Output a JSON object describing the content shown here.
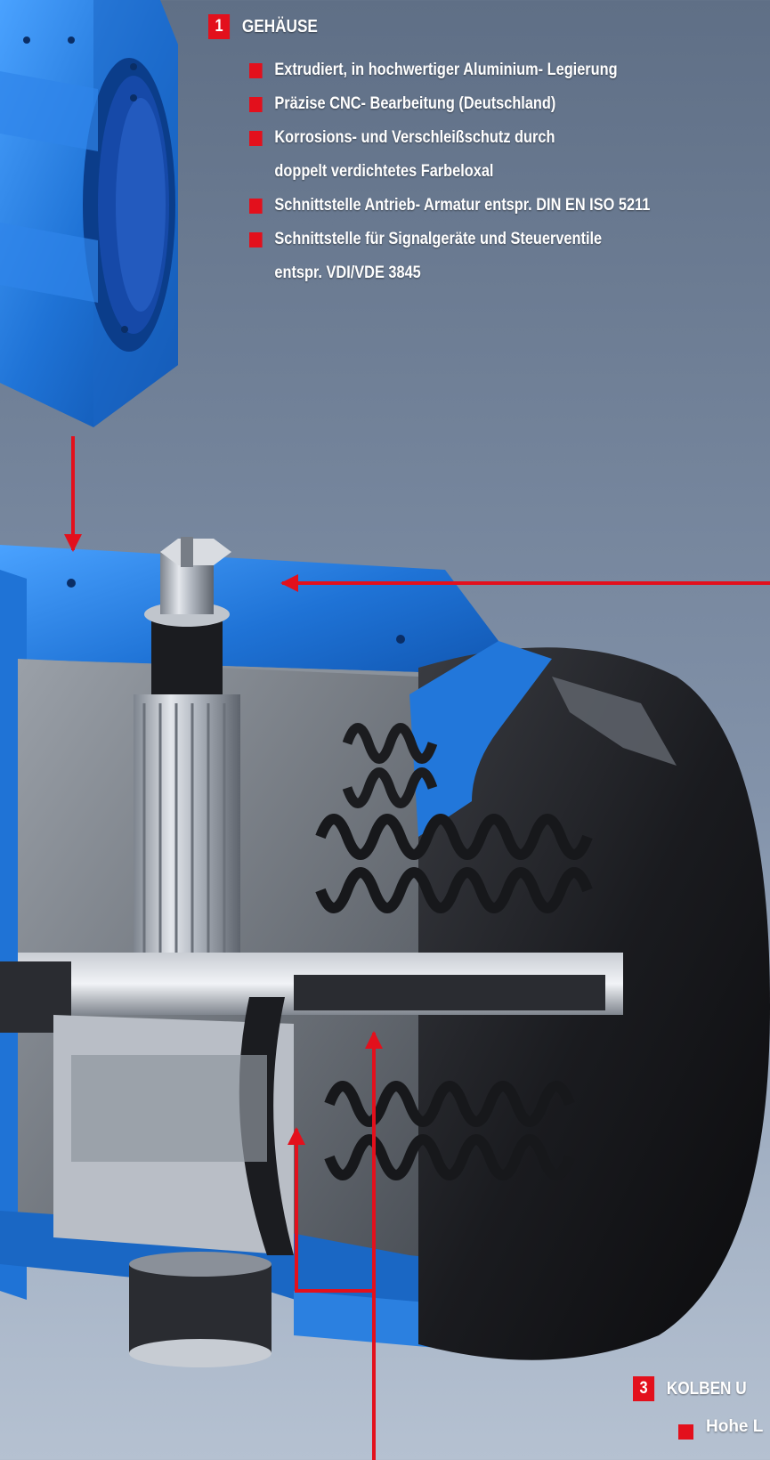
{
  "section1": {
    "number": "1",
    "title": "GEHÄUSE",
    "bullets": [
      {
        "lines": [
          "Extrudiert, in hochwertiger Aluminium- Legierung"
        ]
      },
      {
        "lines": [
          "Präzise CNC- Bearbeitung (Deutschland)"
        ]
      },
      {
        "lines": [
          "Korrosions- und Verschleißschutz durch",
          "doppelt verdichtetes Farbeloxal"
        ]
      },
      {
        "lines": [
          "Schnittstelle Antrieb- Armatur entspr. DIN EN ISO 5211"
        ]
      },
      {
        "lines": [
          "Schnittstelle für Signalgeräte und Steuerventile",
          "entspr. VDI/VDE 3845"
        ]
      }
    ]
  },
  "section3": {
    "number": "3",
    "title": "KOLBEN U",
    "bullet_text": "Hohe L"
  },
  "colors": {
    "accent": "#e3101c",
    "housing_blue": "#1f73d6",
    "end_cap": "#1c1c20",
    "steel": "#c7ccd3",
    "background_top": "#5f6f86",
    "background_bottom": "#b5c1d1"
  }
}
